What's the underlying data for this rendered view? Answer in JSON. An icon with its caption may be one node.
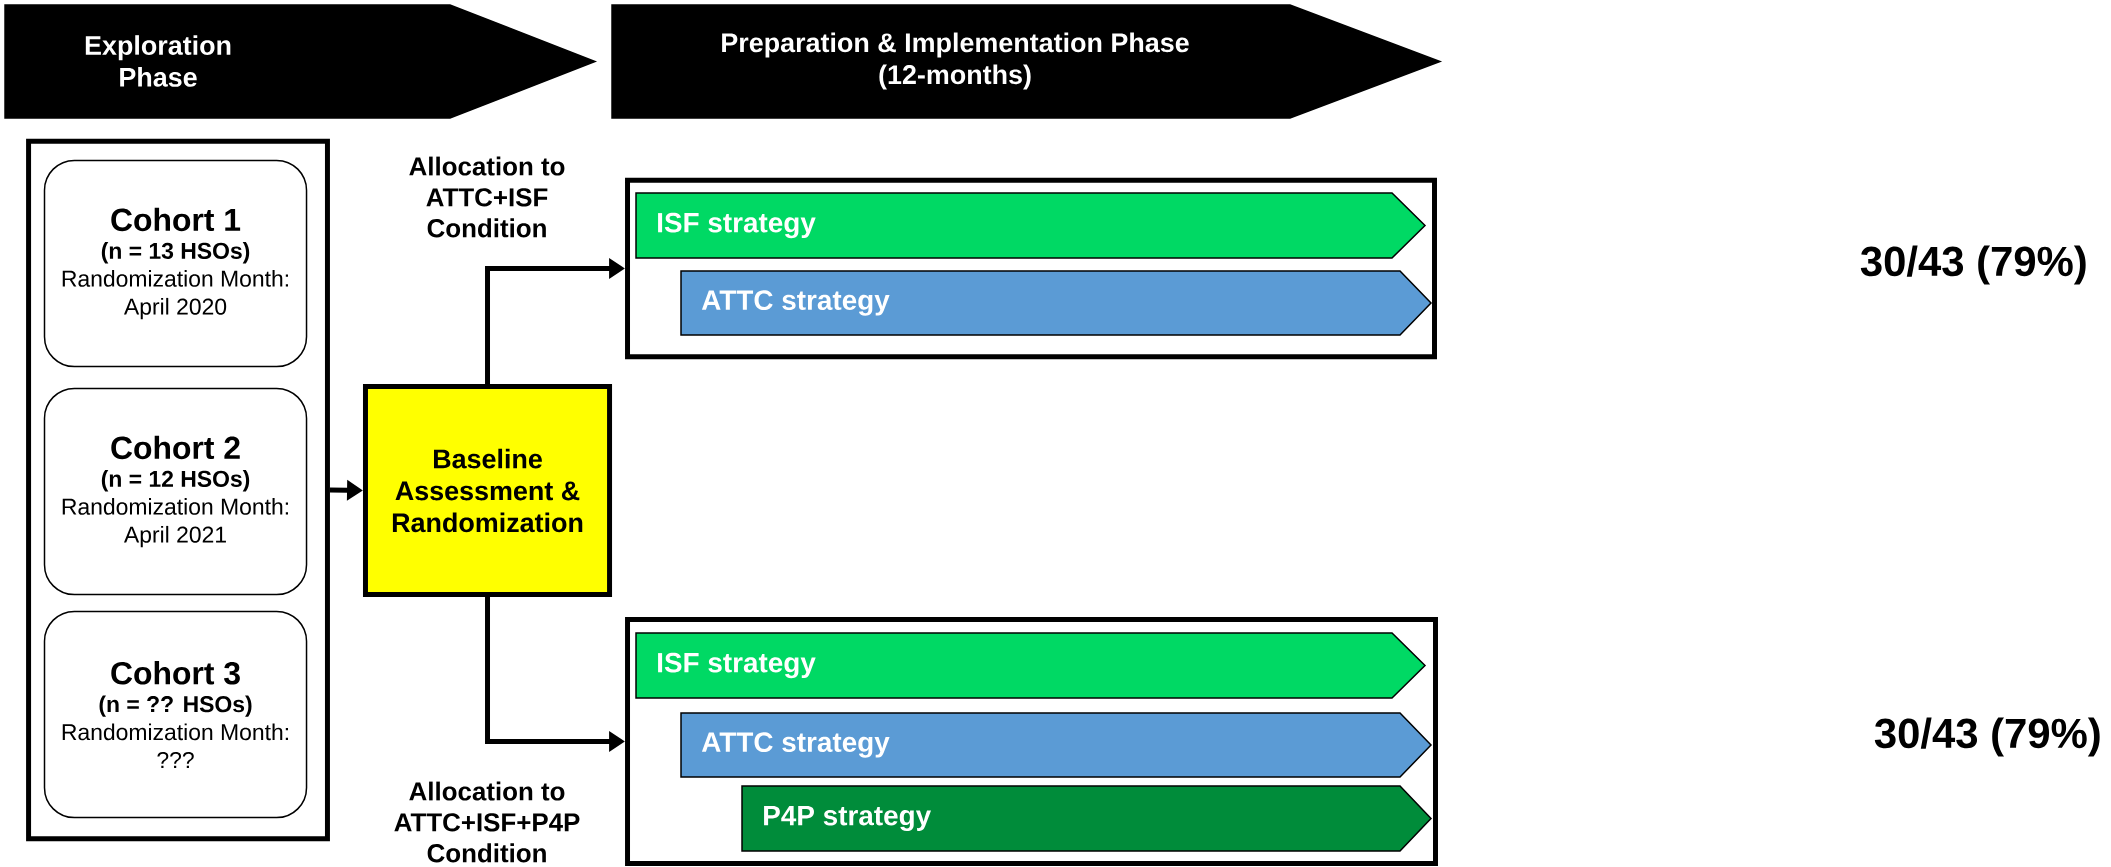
{
  "diagram": {
    "nodes": [
      {
        "text": [
          "Exploration Phase"
        ]
      },
      {
        "text": [
          "Preparation & Implementation Phase",
          "(12-months)"
        ]
      },
      {
        "text": [],
        "shape": "box"
      },
      {
        "text": [
          "Cohort 1",
          "(n = 13 HSOs)",
          "Randomization Month: April 2020"
        ],
        "in": 2
      },
      {
        "text": [
          "Cohort 2",
          "(n = 12 HSOs)",
          "Randomization Month: April 2021"
        ],
        "in": 2
      },
      {
        "text": [
          "Cohort 3",
          "(n = ?? HSOs)",
          "Randomization Month: ???"
        ],
        "in": 2
      },
      {
        "text": [
          "Baseline Assessment & Randomization"
        ]
      },
      {
        "text": [],
        "shape": "box"
      },
      {
        "text": [
          "ISF strategy"
        ],
        "in": 7
      },
      {
        "text": [
          "ATTC strategy"
        ],
        "in": 7
      },
      {
        "text": [],
        "shape": "box"
      },
      {
        "text": [
          "ISF strategy"
        ],
        "in": 10
      },
      {
        "text": [
          "ATTC strategy"
        ],
        "in": 10
      },
      {
        "text": [
          "P4P strategy"
        ],
        "in": 10
      }
    ],
    "edges": [
      {
        "from": 2,
        "to": 6,
        "arrow": "to"
      },
      {
        "from": 6,
        "to": 7,
        "arrow": "to",
        "label": "Allocation to ATTC+ISF Condition"
      },
      {
        "from": 6,
        "to": 10,
        "arrow": "to",
        "label": "Allocation to ATTC+ISF+P4P Condition"
      }
    ],
    "labels": [
      "30/43 (79%)",
      "30/43 (79%)"
    ]
  }
}
